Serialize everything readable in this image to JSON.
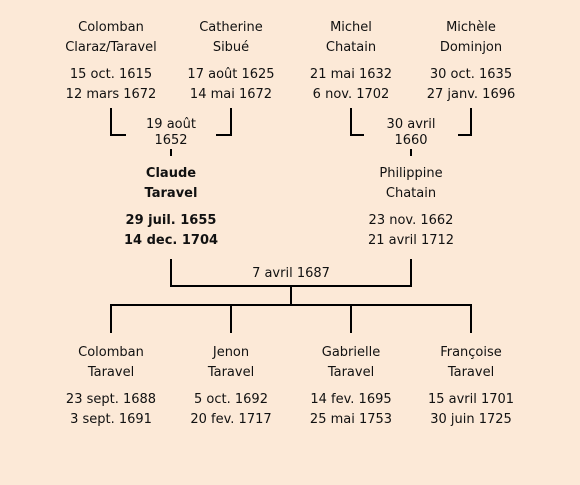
{
  "grandparents_paternal": {
    "father": {
      "first": "Colomban",
      "last": "Claraz/Taravel",
      "born": "15 oct. 1615",
      "died": "12 mars 1672"
    },
    "mother": {
      "first": "Catherine",
      "last": "Sibué",
      "born": "17 août 1625",
      "died": "14 mai 1672"
    },
    "marriage": "19 août 1652"
  },
  "grandparents_maternal": {
    "father": {
      "first": "Michel",
      "last": "Chatain",
      "born": "21 mai 1632",
      "died": "6 nov. 1702"
    },
    "mother": {
      "first": "Michèle",
      "last": "Dominjon",
      "born": "30 oct. 1635",
      "died": "27 janv. 1696"
    },
    "marriage": "30 avril 1660"
  },
  "parents": {
    "father": {
      "first": "Claude",
      "last": "Taravel",
      "born": "29 juil. 1655",
      "died": "14 dec. 1704"
    },
    "mother": {
      "first": "Philippine",
      "last": "Chatain",
      "born": "23 nov. 1662",
      "died": "21 avril 1712"
    },
    "marriage": "7 avril 1687"
  },
  "children": [
    {
      "first": "Colomban",
      "last": "Taravel",
      "born": "23 sept. 1688",
      "died": "3 sept. 1691"
    },
    {
      "first": "Jenon",
      "last": "Taravel",
      "born": "5 oct. 1692",
      "died": "20 fev. 1717"
    },
    {
      "first": "Gabrielle",
      "last": "Taravel",
      "born": "14 fev. 1695",
      "died": "25 mai 1753"
    },
    {
      "first": "Françoise",
      "last": "Taravel",
      "born": "15 avril 1701",
      "died": "30 juin 1725"
    }
  ],
  "colors": {
    "background": "#fce9d7",
    "line": "#000000"
  }
}
